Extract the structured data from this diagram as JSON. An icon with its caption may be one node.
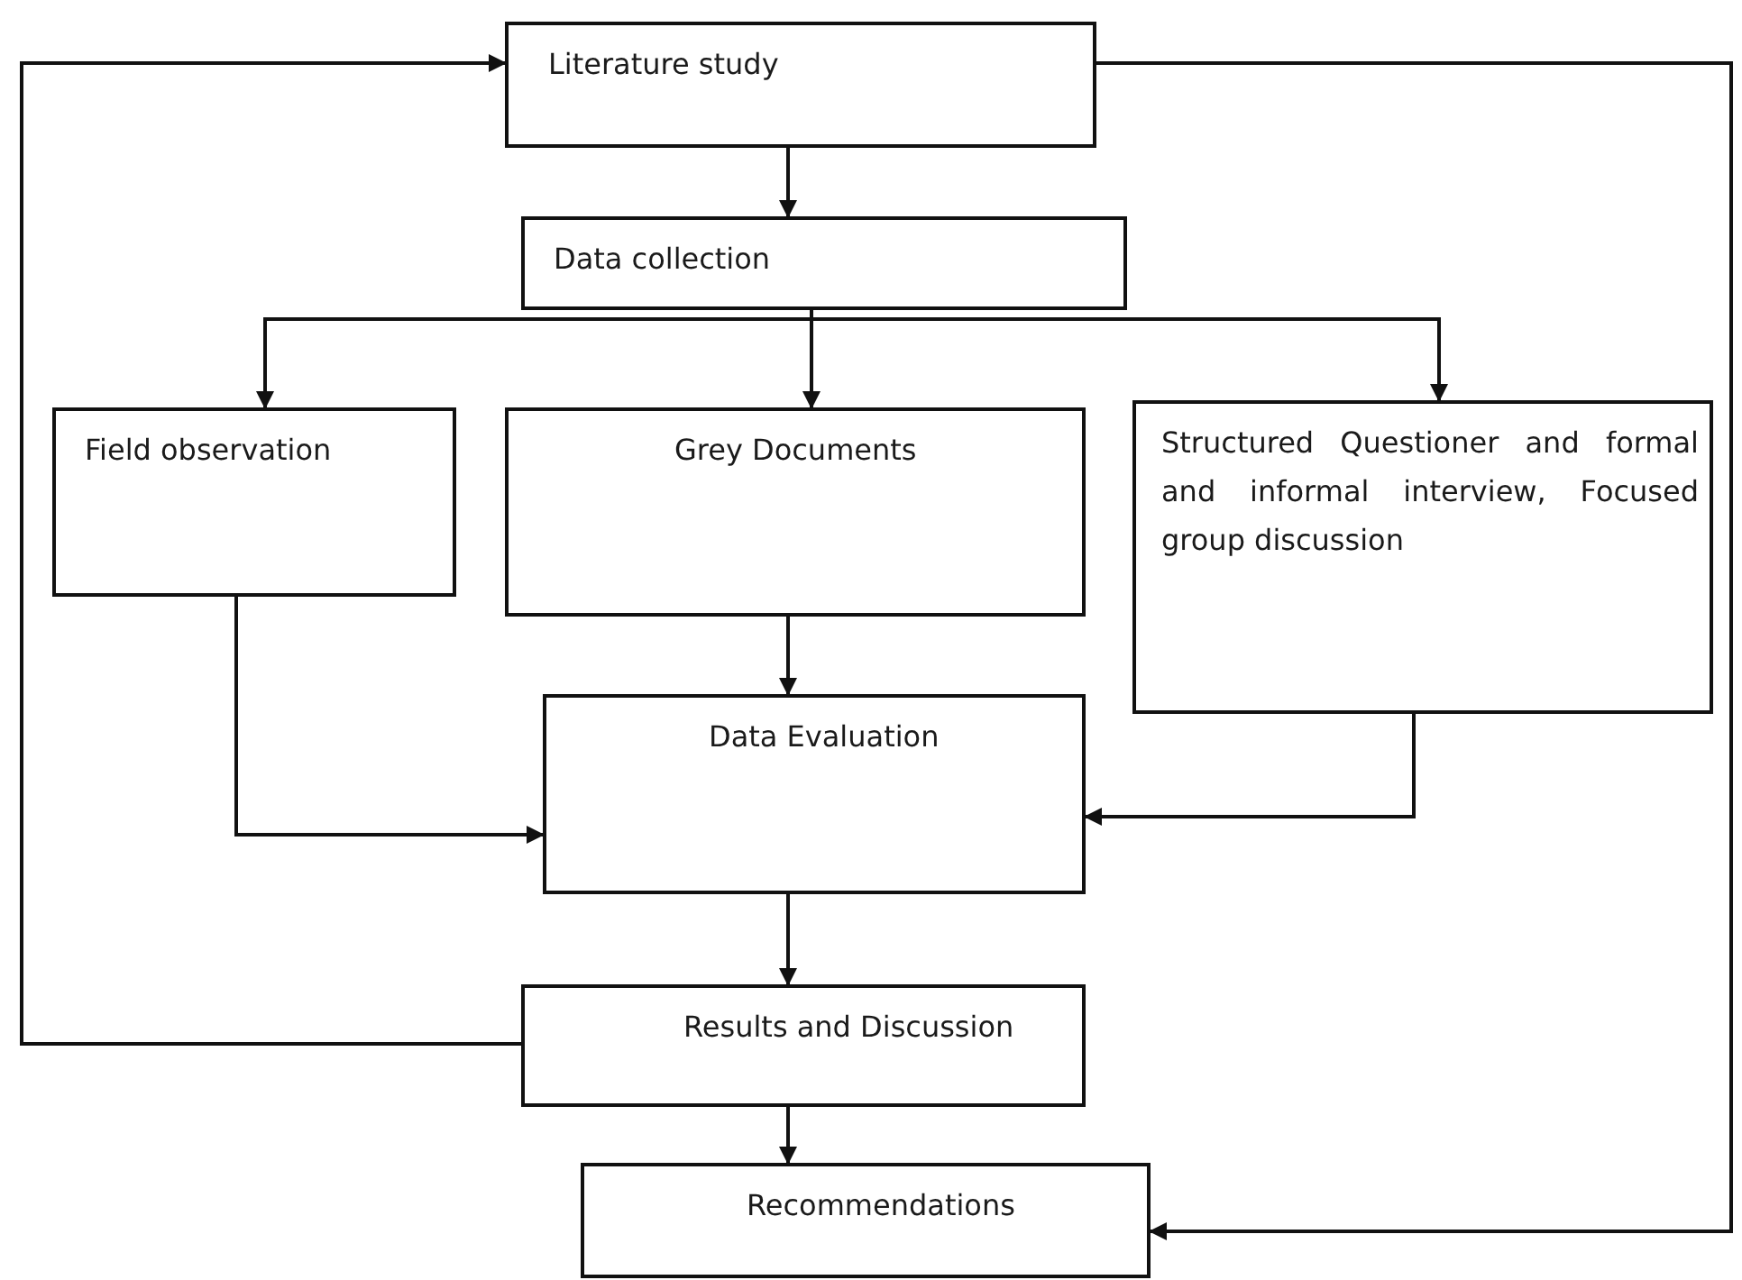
{
  "diagram": {
    "nodes": [
      {
        "text": [
          "Literature study"
        ]
      },
      {
        "text": [
          "Data collection"
        ]
      },
      {
        "text": [
          "Field observation"
        ]
      },
      {
        "text": [
          "Grey Documents"
        ]
      },
      {
        "text": [
          "Structured Questioner and formal and informal interview, Focused group discussion"
        ]
      },
      {
        "text": [
          "Data Evaluation"
        ]
      },
      {
        "text": [
          "Results and Discussion"
        ]
      },
      {
        "text": [
          "Recommendations"
        ]
      }
    ],
    "edges": [
      {
        "from": 0,
        "to": 1,
        "arrow": "to"
      },
      {
        "from": 1,
        "to": 2,
        "arrow": "to"
      },
      {
        "from": 1,
        "to": 3,
        "arrow": "to"
      },
      {
        "from": 1,
        "to": 4,
        "arrow": "to"
      },
      {
        "from": 2,
        "to": 5,
        "arrow": "to"
      },
      {
        "from": 3,
        "to": 5,
        "arrow": "to"
      },
      {
        "from": 4,
        "to": 5,
        "arrow": "to"
      },
      {
        "from": 5,
        "to": 6,
        "arrow": "to"
      },
      {
        "from": 6,
        "to": 0,
        "arrow": "to"
      },
      {
        "from": 6,
        "to": 7,
        "arrow": "to"
      },
      {
        "from": 0,
        "to": 7,
        "arrow": "to"
      }
    ]
  }
}
